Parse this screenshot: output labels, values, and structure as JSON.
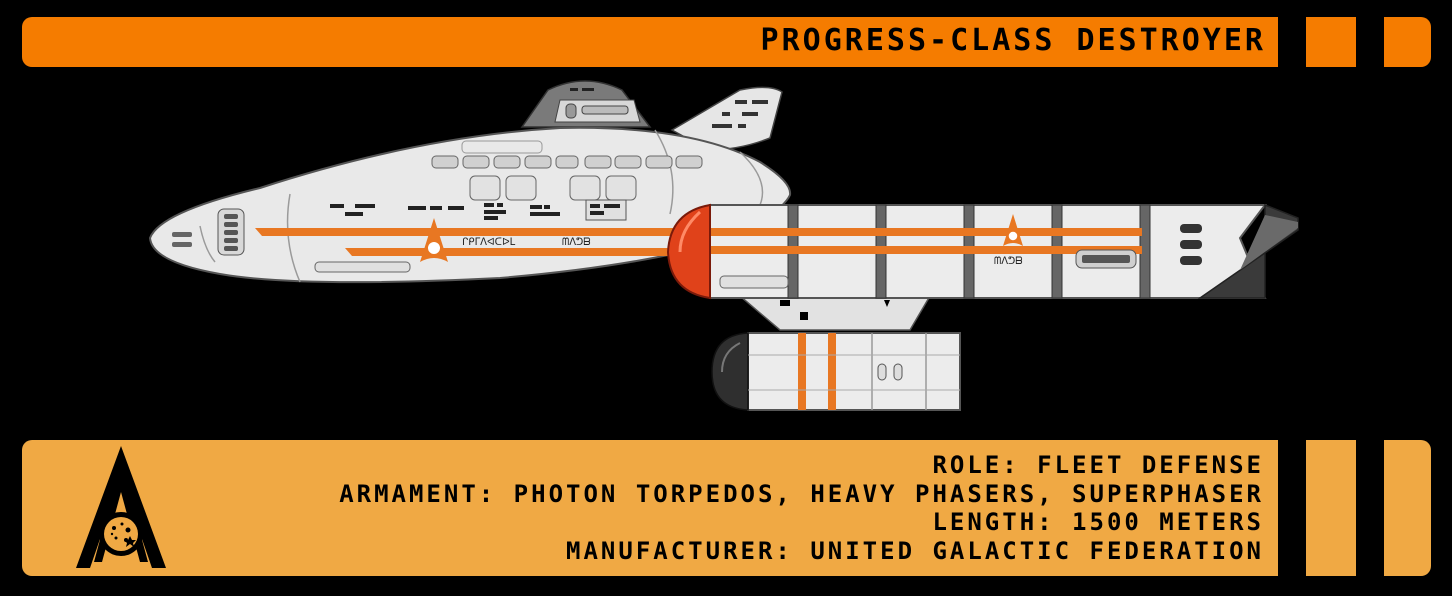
{
  "header": {
    "title": "PROGRESS-CLASS DESTROYER"
  },
  "info": {
    "role": "ROLE: FLEET DEFENSE",
    "armament": "ARMAMENT: PHOTON TORPEDOS, HEAVY PHASERS, SUPERPHASER",
    "length": "LENGTH: 1500 METERS",
    "manufacturer": "MANUFACTURER: UNITED GALACTIC FEDERATION"
  },
  "ship": {
    "hull_marking_1": "ᒋᑭᒥᐱᐊᑕᐅᒪ",
    "hull_marking_2": "ᗰᐱᕤᗷ",
    "nacelle_marking": "ᗰᐱᕤᗷ"
  },
  "colors": {
    "accent": "#f57c00",
    "panel": "#f0a944",
    "hull": "#e9e9e9",
    "stripe": "#e87722",
    "background": "#000000"
  },
  "icons": {
    "emblem": "federation-delta-icon"
  }
}
